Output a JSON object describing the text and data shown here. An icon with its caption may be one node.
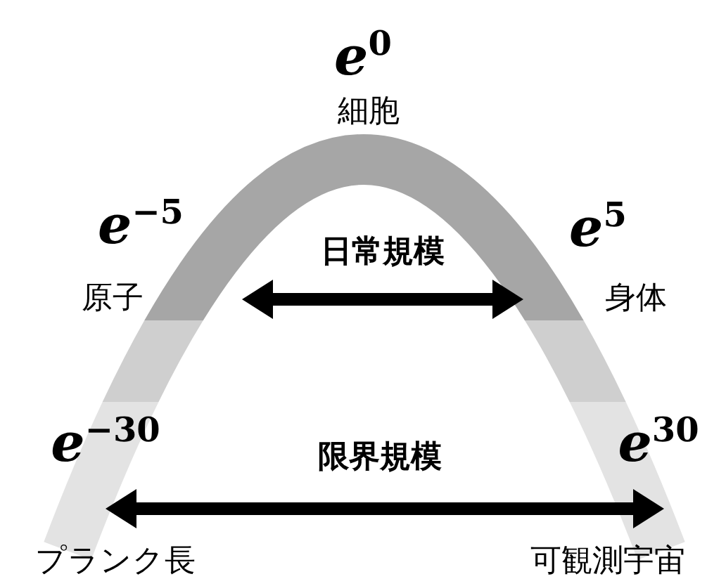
{
  "diagram": {
    "labels": [
      "e$^{0}$",
      "細胞",
      "e$^{−5}$",
      "日常規模",
      "e$^{5}$",
      "原子",
      "身体",
      "e$^{−30}$",
      "限界規模",
      "e$^{30}$",
      "プランク長",
      "可観測宇宙"
    ]
  }
}
